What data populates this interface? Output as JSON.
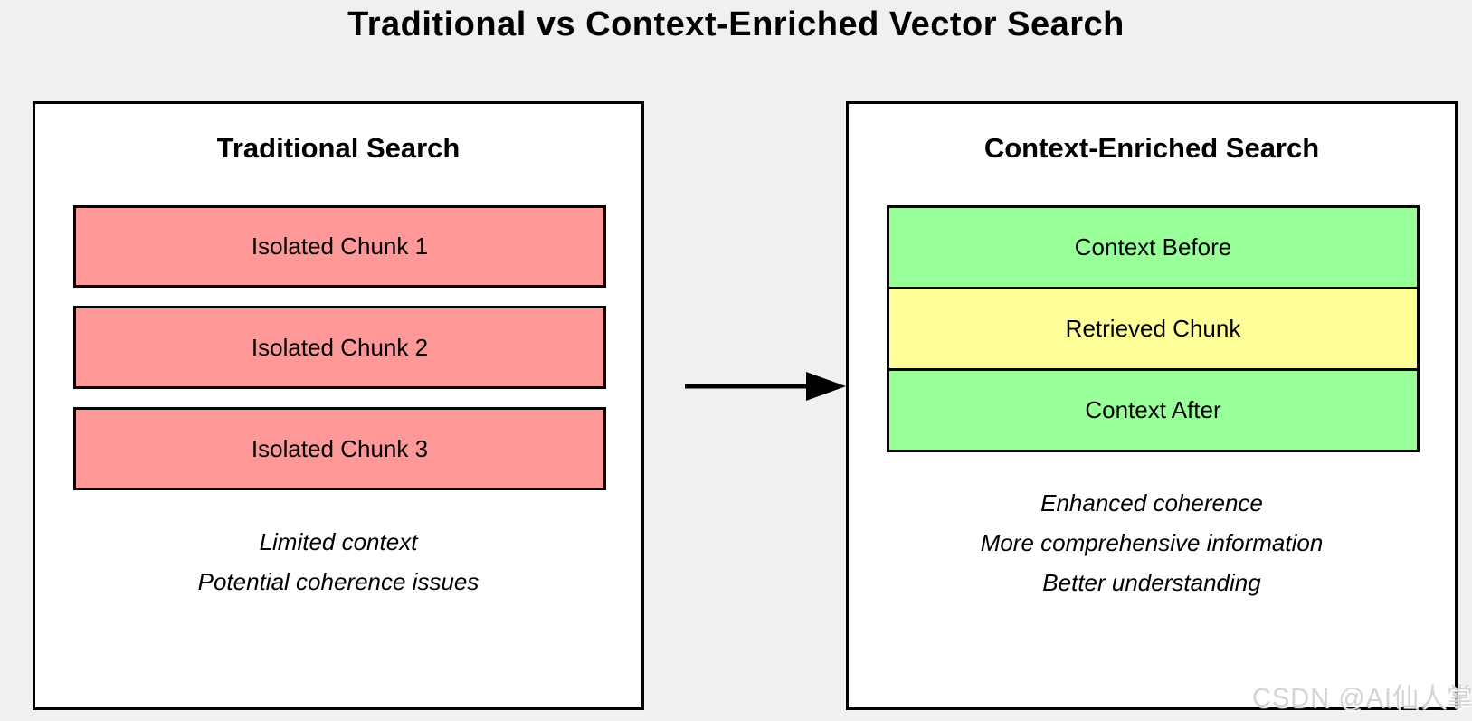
{
  "title": "Traditional vs Context-Enriched Vector Search",
  "colors": {
    "background": "#f0f0f0",
    "panel_bg": "#ffffff",
    "border": "#000000",
    "text": "#000000",
    "isolated_chunk": "#ff9999",
    "context": "#99ff99",
    "retrieved": "#ffff99",
    "watermark": "#d4d4d4"
  },
  "left_panel": {
    "heading": "Traditional Search",
    "chunks": [
      {
        "label": "Isolated Chunk 1",
        "color": "#ff9999"
      },
      {
        "label": "Isolated Chunk 2",
        "color": "#ff9999"
      },
      {
        "label": "Isolated Chunk 3",
        "color": "#ff9999"
      }
    ],
    "notes": [
      "Limited context",
      "Potential coherence issues"
    ]
  },
  "arrow": {
    "icon": "right-arrow",
    "color": "#000000"
  },
  "right_panel": {
    "heading": "Context-Enriched Search",
    "chunks": [
      {
        "label": "Context Before",
        "color": "#99ff99"
      },
      {
        "label": "Retrieved Chunk",
        "color": "#ffff99"
      },
      {
        "label": "Context After",
        "color": "#99ff99"
      }
    ],
    "notes": [
      "Enhanced coherence",
      "More comprehensive information",
      "Better understanding"
    ]
  },
  "watermark": {
    "text": "CSDN @AI仙人掌"
  }
}
